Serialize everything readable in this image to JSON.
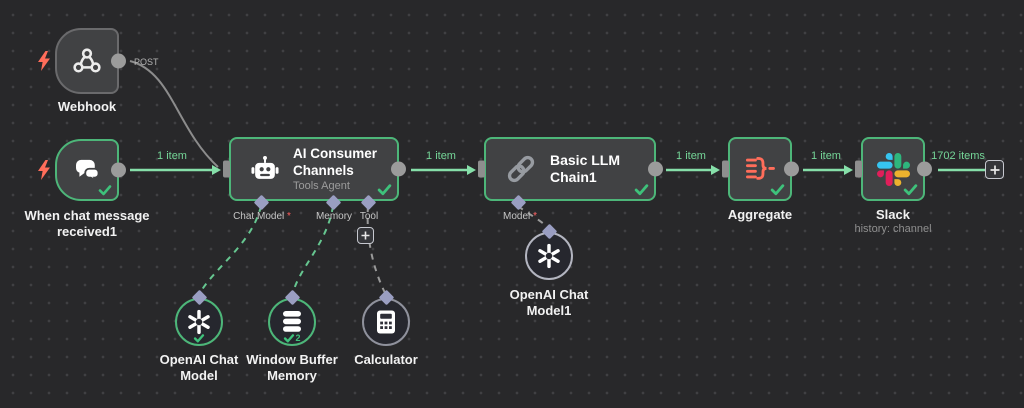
{
  "canvas": {
    "background": "#28282a",
    "dot_color": "#404043"
  },
  "colors": {
    "node_background": "#414244",
    "success_border": "#4db679",
    "connection_green": "#86dfa9",
    "label_green": "#75d698",
    "wire_gray": "#8c8c8c",
    "port_diamond": "#9a9ec2",
    "trigger_bolt": "#ff6d5a",
    "check_green": "#3ec27b",
    "aggregate_icon": "#ff6d5a",
    "slack_blue": "#36C5F0",
    "slack_green": "#2EB67D",
    "slack_red": "#E01E5A",
    "slack_yellow": "#ECB22E"
  },
  "nodes": {
    "webhook": {
      "label": "Webhook",
      "port_label": "POST"
    },
    "chat_trigger": {
      "label": "When chat message received1"
    },
    "agent": {
      "title": "AI Consumer Channels",
      "subtitle": "Tools Agent",
      "port_chat_model": "Chat Model",
      "port_memory": "Memory",
      "port_tool": "Tool",
      "required_marker": "*"
    },
    "llm_chain": {
      "title": "Basic LLM Chain1",
      "port_model": "Model",
      "required_marker": "*"
    },
    "aggregate": {
      "label": "Aggregate"
    },
    "slack": {
      "label": "Slack",
      "subtitle": "history: channel"
    },
    "openai_chat_model": {
      "label": "OpenAI Chat Model"
    },
    "window_buffer_memory": {
      "label": "Window Buffer Memory",
      "run_count": "2"
    },
    "calculator": {
      "label": "Calculator"
    },
    "openai_chat_model1": {
      "label": "OpenAI Chat Model1"
    }
  },
  "connections": {
    "trigger_to_agent": "1 item",
    "agent_to_chain": "1 item",
    "chain_to_aggregate": "1 item",
    "aggregate_to_slack": "1 item",
    "slack_output": "1702 items"
  }
}
